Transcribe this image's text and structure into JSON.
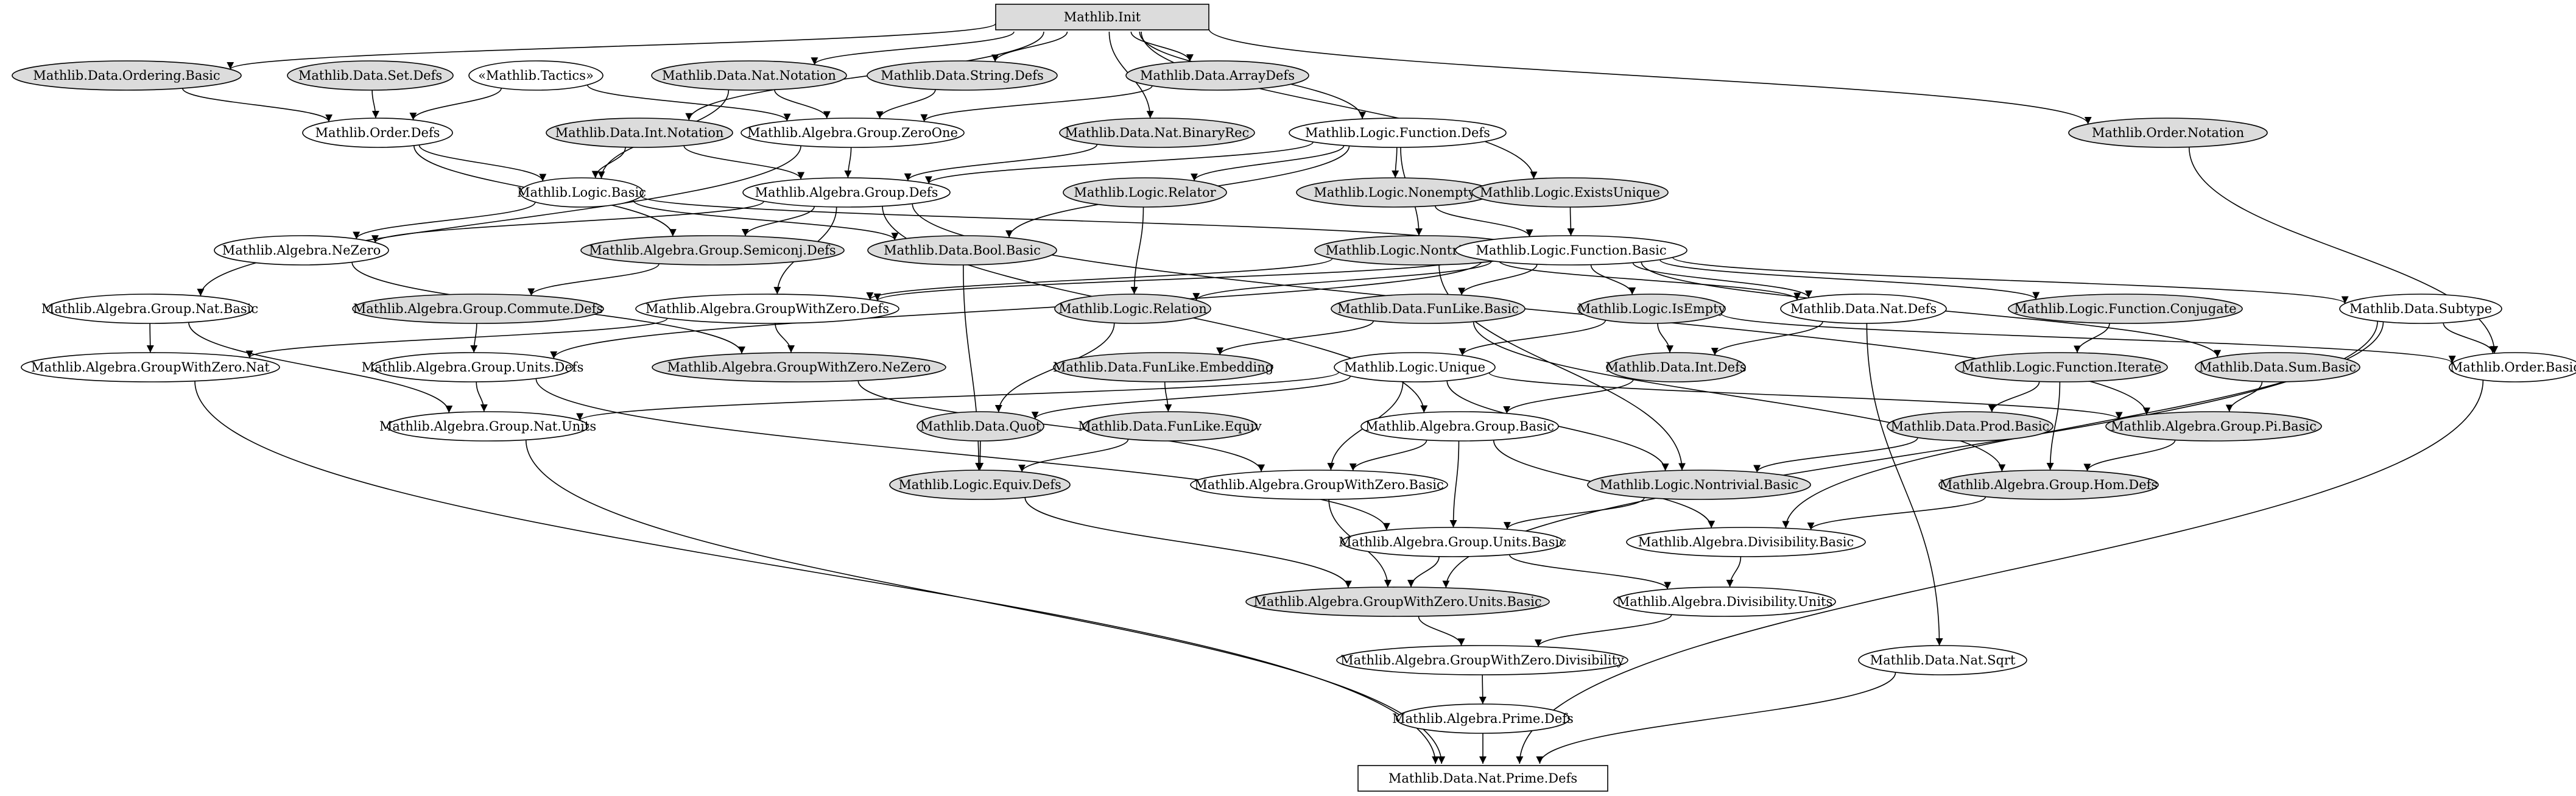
{
  "colors": {
    "shaded": "#dcdcdc",
    "plain": "#ffffff",
    "stroke": "#000000"
  },
  "nodes": [
    {
      "id": "n0",
      "label": "Mathlib.Init",
      "shape": "box",
      "filled": true
    },
    {
      "id": "n1",
      "label": "Mathlib.Data.Ordering.Basic",
      "shape": "ellipse",
      "filled": true
    },
    {
      "id": "n2",
      "label": "Mathlib.Data.Set.Defs",
      "shape": "ellipse",
      "filled": true
    },
    {
      "id": "n3",
      "label": "«Mathlib.Tactics»",
      "shape": "ellipse",
      "filled": false
    },
    {
      "id": "n4",
      "label": "Mathlib.Data.Nat.Notation",
      "shape": "ellipse",
      "filled": true
    },
    {
      "id": "n5",
      "label": "Mathlib.Data.String.Defs",
      "shape": "ellipse",
      "filled": true
    },
    {
      "id": "n6",
      "label": "Mathlib.Data.ArrayDefs",
      "shape": "ellipse",
      "filled": true
    },
    {
      "id": "n7",
      "label": "Mathlib.Order.Defs",
      "shape": "ellipse",
      "filled": false
    },
    {
      "id": "n8",
      "label": "Mathlib.Data.Int.Notation",
      "shape": "ellipse",
      "filled": true
    },
    {
      "id": "n9",
      "label": "Mathlib.Algebra.Group.ZeroOne",
      "shape": "ellipse",
      "filled": false
    },
    {
      "id": "n10",
      "label": "Mathlib.Data.Nat.BinaryRec",
      "shape": "ellipse",
      "filled": true
    },
    {
      "id": "n11",
      "label": "Mathlib.Logic.Function.Defs",
      "shape": "ellipse",
      "filled": false
    },
    {
      "id": "n12",
      "label": "Mathlib.Order.Notation",
      "shape": "ellipse",
      "filled": true
    },
    {
      "id": "n13",
      "label": "Mathlib.Logic.Basic",
      "shape": "ellipse",
      "filled": false
    },
    {
      "id": "n14",
      "label": "Mathlib.Algebra.Group.Defs",
      "shape": "ellipse",
      "filled": false
    },
    {
      "id": "n15",
      "label": "Mathlib.Logic.Relator",
      "shape": "ellipse",
      "filled": true
    },
    {
      "id": "n16",
      "label": "Mathlib.Logic.Nonempty",
      "shape": "ellipse",
      "filled": true
    },
    {
      "id": "n17",
      "label": "Mathlib.Logic.ExistsUnique",
      "shape": "ellipse",
      "filled": true
    },
    {
      "id": "n18",
      "label": "Mathlib.Algebra.NeZero",
      "shape": "ellipse",
      "filled": false
    },
    {
      "id": "n19",
      "label": "Mathlib.Algebra.Group.Semiconj.Defs",
      "shape": "ellipse",
      "filled": true
    },
    {
      "id": "n20",
      "label": "Mathlib.Data.Bool.Basic",
      "shape": "ellipse",
      "filled": true
    },
    {
      "id": "n21",
      "label": "Mathlib.Logic.Nontrivial.Defs",
      "shape": "ellipse",
      "filled": true
    },
    {
      "id": "n22",
      "label": "Mathlib.Logic.Function.Basic",
      "shape": "ellipse",
      "filled": false
    },
    {
      "id": "n23",
      "label": "Mathlib.Algebra.Group.Nat.Basic",
      "shape": "ellipse",
      "filled": false
    },
    {
      "id": "n24",
      "label": "Mathlib.Algebra.Group.Commute.Defs",
      "shape": "ellipse",
      "filled": true
    },
    {
      "id": "n25",
      "label": "Mathlib.Algebra.GroupWithZero.Defs",
      "shape": "ellipse",
      "filled": false
    },
    {
      "id": "n26",
      "label": "Mathlib.Logic.Relation",
      "shape": "ellipse",
      "filled": true
    },
    {
      "id": "n27",
      "label": "Mathlib.Data.FunLike.Basic",
      "shape": "ellipse",
      "filled": true
    },
    {
      "id": "n28",
      "label": "Mathlib.Logic.IsEmpty",
      "shape": "ellipse",
      "filled": true
    },
    {
      "id": "n29",
      "label": "Mathlib.Data.Nat.Defs",
      "shape": "ellipse",
      "filled": false
    },
    {
      "id": "n30",
      "label": "Mathlib.Logic.Function.Conjugate",
      "shape": "ellipse",
      "filled": true
    },
    {
      "id": "n31",
      "label": "Mathlib.Data.Subtype",
      "shape": "ellipse",
      "filled": false
    },
    {
      "id": "n32",
      "label": "Mathlib.Algebra.GroupWithZero.Nat",
      "shape": "ellipse",
      "filled": false
    },
    {
      "id": "n33",
      "label": "Mathlib.Algebra.Group.Units.Defs",
      "shape": "ellipse",
      "filled": false
    },
    {
      "id": "n34",
      "label": "Mathlib.Algebra.GroupWithZero.NeZero",
      "shape": "ellipse",
      "filled": true
    },
    {
      "id": "n35",
      "label": "Mathlib.Data.FunLike.Embedding",
      "shape": "ellipse",
      "filled": true
    },
    {
      "id": "n36",
      "label": "Mathlib.Logic.Unique",
      "shape": "ellipse",
      "filled": false
    },
    {
      "id": "n37",
      "label": "Mathlib.Data.Int.Defs",
      "shape": "ellipse",
      "filled": true
    },
    {
      "id": "n38",
      "label": "Mathlib.Logic.Function.Iterate",
      "shape": "ellipse",
      "filled": true
    },
    {
      "id": "n39",
      "label": "Mathlib.Data.Sum.Basic",
      "shape": "ellipse",
      "filled": true
    },
    {
      "id": "n40",
      "label": "Mathlib.Order.Basic",
      "shape": "ellipse",
      "filled": false
    },
    {
      "id": "n41",
      "label": "Mathlib.Algebra.Group.Nat.Units",
      "shape": "ellipse",
      "filled": false
    },
    {
      "id": "n42",
      "label": "Mathlib.Data.Quot",
      "shape": "ellipse",
      "filled": true
    },
    {
      "id": "n43",
      "label": "Mathlib.Data.FunLike.Equiv",
      "shape": "ellipse",
      "filled": true
    },
    {
      "id": "n44",
      "label": "Mathlib.Algebra.Group.Basic",
      "shape": "ellipse",
      "filled": false
    },
    {
      "id": "n45",
      "label": "Mathlib.Data.Prod.Basic",
      "shape": "ellipse",
      "filled": true
    },
    {
      "id": "n46",
      "label": "Mathlib.Algebra.Group.Pi.Basic",
      "shape": "ellipse",
      "filled": true
    },
    {
      "id": "n47",
      "label": "Mathlib.Logic.Equiv.Defs",
      "shape": "ellipse",
      "filled": true
    },
    {
      "id": "n48",
      "label": "Mathlib.Algebra.GroupWithZero.Basic",
      "shape": "ellipse",
      "filled": false
    },
    {
      "id": "n49",
      "label": "Mathlib.Logic.Nontrivial.Basic",
      "shape": "ellipse",
      "filled": true
    },
    {
      "id": "n50",
      "label": "Mathlib.Algebra.Group.Hom.Defs",
      "shape": "ellipse",
      "filled": true
    },
    {
      "id": "n51",
      "label": "Mathlib.Algebra.Group.Units.Basic",
      "shape": "ellipse",
      "filled": false
    },
    {
      "id": "n52",
      "label": "Mathlib.Algebra.Divisibility.Basic",
      "shape": "ellipse",
      "filled": false
    },
    {
      "id": "n53",
      "label": "Mathlib.Algebra.GroupWithZero.Units.Basic",
      "shape": "ellipse",
      "filled": true
    },
    {
      "id": "n54",
      "label": "Mathlib.Algebra.Divisibility.Units",
      "shape": "ellipse",
      "filled": false
    },
    {
      "id": "n55",
      "label": "Mathlib.Algebra.GroupWithZero.Divisibility",
      "shape": "ellipse",
      "filled": false
    },
    {
      "id": "n56",
      "label": "Mathlib.Data.Nat.Sqrt",
      "shape": "ellipse",
      "filled": false
    },
    {
      "id": "n57",
      "label": "Mathlib.Algebra.Prime.Defs",
      "shape": "ellipse",
      "filled": false
    },
    {
      "id": "n58",
      "label": "Mathlib.Data.Nat.Prime.Defs",
      "shape": "box",
      "filled": false
    }
  ],
  "edges": [
    [
      "n0",
      "n1"
    ],
    [
      "n0",
      "n4"
    ],
    [
      "n0",
      "n5"
    ],
    [
      "n0",
      "n6"
    ],
    [
      "n0",
      "n8"
    ],
    [
      "n0",
      "n10"
    ],
    [
      "n0",
      "n11"
    ],
    [
      "n0",
      "n17"
    ],
    [
      "n0",
      "n12"
    ],
    [
      "n1",
      "n7"
    ],
    [
      "n2",
      "n7"
    ],
    [
      "n3",
      "n7"
    ],
    [
      "n3",
      "n9"
    ],
    [
      "n4",
      "n9"
    ],
    [
      "n4",
      "n13"
    ],
    [
      "n5",
      "n9"
    ],
    [
      "n6",
      "n9"
    ],
    [
      "n7",
      "n13"
    ],
    [
      "n7",
      "n19"
    ],
    [
      "n8",
      "n13"
    ],
    [
      "n8",
      "n14"
    ],
    [
      "n9",
      "n14"
    ],
    [
      "n9",
      "n23"
    ],
    [
      "n10",
      "n14"
    ],
    [
      "n11",
      "n14"
    ],
    [
      "n11",
      "n15"
    ],
    [
      "n11",
      "n16"
    ],
    [
      "n11",
      "n20"
    ],
    [
      "n11",
      "n21"
    ],
    [
      "n12",
      "n40"
    ],
    [
      "n13",
      "n18"
    ],
    [
      "n13",
      "n20"
    ],
    [
      "n13",
      "n22"
    ],
    [
      "n14",
      "n18"
    ],
    [
      "n14",
      "n19"
    ],
    [
      "n14",
      "n25"
    ],
    [
      "n14",
      "n44"
    ],
    [
      "n14",
      "n46"
    ],
    [
      "n15",
      "n26"
    ],
    [
      "n16",
      "n22"
    ],
    [
      "n17",
      "n22"
    ],
    [
      "n18",
      "n34"
    ],
    [
      "n19",
      "n24"
    ],
    [
      "n20",
      "n47"
    ],
    [
      "n21",
      "n25"
    ],
    [
      "n21",
      "n29"
    ],
    [
      "n21",
      "n49"
    ],
    [
      "n22",
      "n25"
    ],
    [
      "n22",
      "n26"
    ],
    [
      "n22",
      "n27"
    ],
    [
      "n22",
      "n28"
    ],
    [
      "n22",
      "n29"
    ],
    [
      "n22",
      "n30"
    ],
    [
      "n22",
      "n31"
    ],
    [
      "n22",
      "n33"
    ],
    [
      "n22",
      "n39"
    ],
    [
      "n23",
      "n32"
    ],
    [
      "n23",
      "n41"
    ],
    [
      "n24",
      "n33"
    ],
    [
      "n25",
      "n32"
    ],
    [
      "n25",
      "n34"
    ],
    [
      "n26",
      "n42"
    ],
    [
      "n27",
      "n35"
    ],
    [
      "n27",
      "n50"
    ],
    [
      "n28",
      "n36"
    ],
    [
      "n28",
      "n37"
    ],
    [
      "n28",
      "n40"
    ],
    [
      "n29",
      "n37"
    ],
    [
      "n29",
      "n56"
    ],
    [
      "n30",
      "n38"
    ],
    [
      "n31",
      "n40"
    ],
    [
      "n31",
      "n52"
    ],
    [
      "n31",
      "n53"
    ],
    [
      "n32",
      "n58"
    ],
    [
      "n33",
      "n41"
    ],
    [
      "n33",
      "n51"
    ],
    [
      "n34",
      "n48"
    ],
    [
      "n35",
      "n43"
    ],
    [
      "n36",
      "n41"
    ],
    [
      "n36",
      "n42"
    ],
    [
      "n36",
      "n46"
    ],
    [
      "n36",
      "n48"
    ],
    [
      "n36",
      "n49"
    ],
    [
      "n37",
      "n44"
    ],
    [
      "n38",
      "n45"
    ],
    [
      "n38",
      "n50"
    ],
    [
      "n39",
      "n46"
    ],
    [
      "n40",
      "n58"
    ],
    [
      "n41",
      "n58"
    ],
    [
      "n42",
      "n47"
    ],
    [
      "n43",
      "n47"
    ],
    [
      "n44",
      "n48"
    ],
    [
      "n44",
      "n51"
    ],
    [
      "n44",
      "n52"
    ],
    [
      "n45",
      "n49"
    ],
    [
      "n46",
      "n50"
    ],
    [
      "n47",
      "n53"
    ],
    [
      "n48",
      "n53"
    ],
    [
      "n49",
      "n51"
    ],
    [
      "n50",
      "n52"
    ],
    [
      "n51",
      "n53"
    ],
    [
      "n51",
      "n54"
    ],
    [
      "n52",
      "n54"
    ],
    [
      "n53",
      "n55"
    ],
    [
      "n54",
      "n55"
    ],
    [
      "n55",
      "n57"
    ],
    [
      "n56",
      "n58"
    ],
    [
      "n57",
      "n58"
    ]
  ]
}
